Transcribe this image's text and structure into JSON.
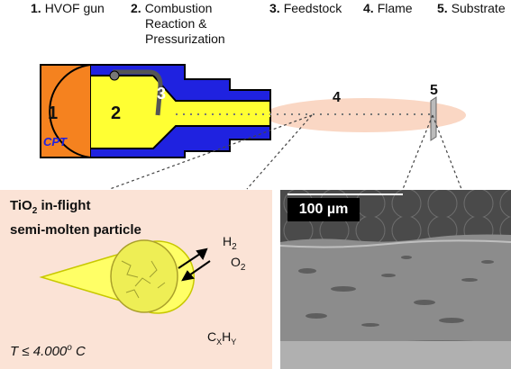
{
  "legend": [
    {
      "num": "1.",
      "label": "HVOF gun"
    },
    {
      "num": "2.",
      "label": "Combustion",
      "label2": "Reaction &",
      "label3": "Pressurization"
    },
    {
      "num": "3.",
      "label": "Feedstock"
    },
    {
      "num": "4.",
      "label": "Flame"
    },
    {
      "num": "5.",
      "label": "Substrate"
    }
  ],
  "gun_labels": {
    "n1": "1",
    "n2": "2",
    "n3": "3",
    "n4": "4",
    "n5": "5",
    "brand": "CPT"
  },
  "particle_panel": {
    "title_prefix": "TiO",
    "title_sub": "2",
    "title_rest": " in-flight",
    "title_line2": "semi-molten particle",
    "h2": "H",
    "h2_sub": "2",
    "o2": "O",
    "o2_sub": "2",
    "cx": "C",
    "cx_sub1": "X",
    "cx_h": "H",
    "cx_sub2": "Y",
    "temperature": "T ≤ 4.000",
    "temperature_deg": "o",
    "temperature_unit": " C"
  },
  "micrograph": {
    "scale_bar": "100 µm"
  },
  "colors": {
    "gun_orange": "#f5821f",
    "gun_blue": "#1f22e0",
    "yellow": "#ffff33",
    "flame": "#fad7c4",
    "panel_bg": "#fbe3d6"
  }
}
